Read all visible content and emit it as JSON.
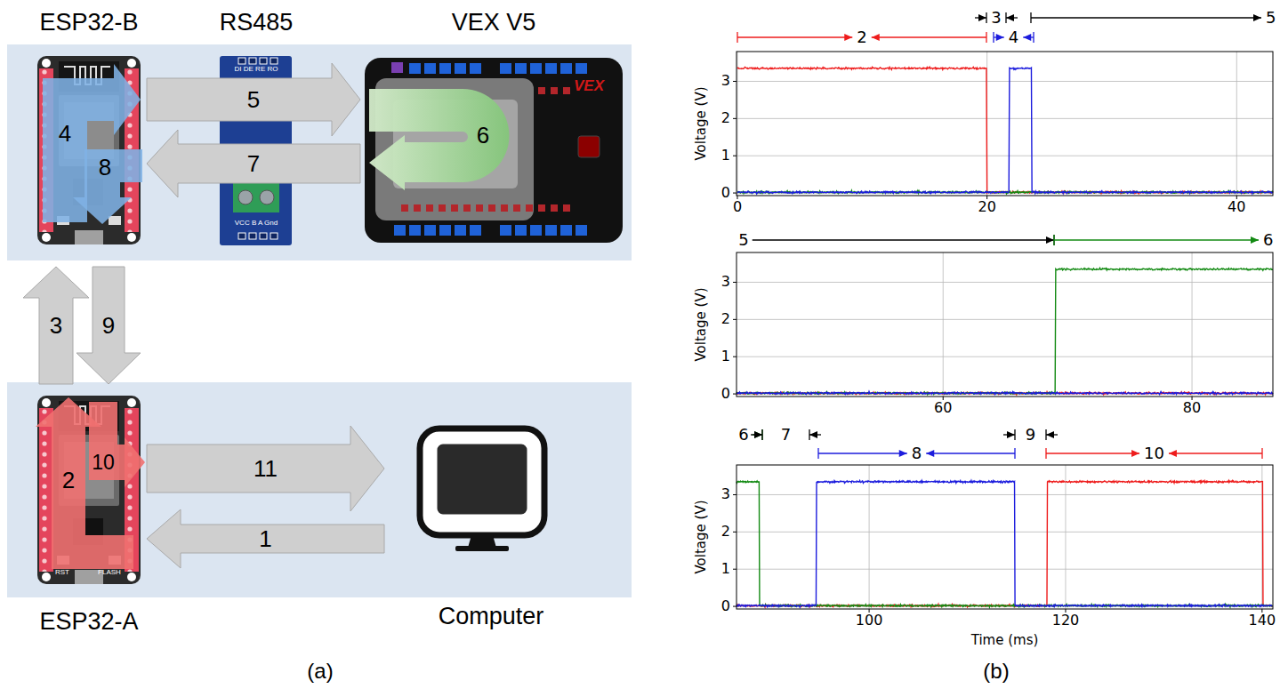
{
  "diagram": {
    "nodes": [
      {
        "text": [
          "ESP32-B"
        ]
      },
      {
        "text": [
          "RS485",
          "DI DE RE RO",
          "VCC B A Gnd"
        ]
      },
      {
        "text": [
          "VEX V5",
          "VEX"
        ]
      },
      {
        "text": [
          "ESP32-A",
          "RST",
          "FLASH"
        ]
      },
      {
        "text": [
          "Computer"
        ]
      }
    ],
    "edges": [
      {
        "from": 0,
        "to": 2,
        "label": "5",
        "arrow": "to"
      },
      {
        "from": 2,
        "to": 0,
        "label": "7",
        "arrow": "to"
      },
      {
        "from": 3,
        "to": 0,
        "label": "3",
        "arrow": "to"
      },
      {
        "from": 0,
        "to": 3,
        "label": "9",
        "arrow": "to"
      },
      {
        "from": 3,
        "to": 4,
        "label": "11",
        "arrow": "to"
      },
      {
        "from": 4,
        "to": 3,
        "label": "1",
        "arrow": "to"
      }
    ],
    "labels": [
      "4",
      "8",
      "6",
      "2",
      "10",
      "(a)",
      "(b)",
      "3",
      "5",
      "2",
      "4",
      "Voltage (V)",
      "3",
      "2",
      "1",
      "0",
      "0",
      "20",
      "40",
      "5",
      "6",
      "Voltage (V)",
      "3",
      "2",
      "1",
      "0",
      "60",
      "80",
      "6",
      "7",
      "9",
      "8",
      "10",
      "Voltage (V)",
      "3",
      "2",
      "1",
      "0",
      "100",
      "120",
      "140",
      "Time (ms)"
    ]
  }
}
